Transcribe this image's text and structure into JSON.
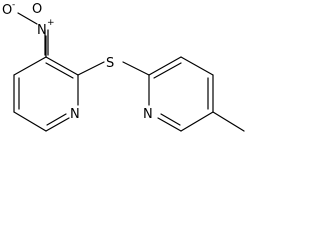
{
  "molecule": {
    "atoms": {
      "o_minus": "O",
      "n_nitro": "N",
      "o_double": "O",
      "s": "S",
      "n_ring1": "N",
      "n_ring2": "N"
    },
    "charges": {
      "minus": "-",
      "plus": "+"
    },
    "colors": {
      "bond": "#000000",
      "background": "#ffffff"
    }
  }
}
